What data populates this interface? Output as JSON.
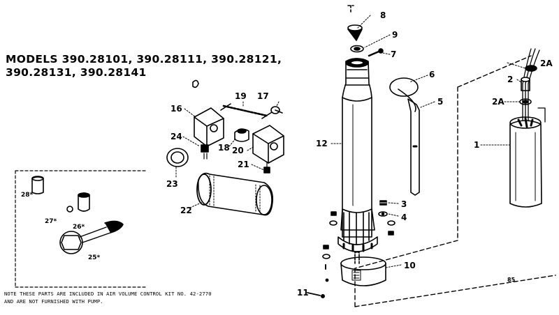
{
  "header": {
    "models_line1": "MODELS 390.28101, 390.28111, 390.28121,",
    "models_line2": "390.28131, 390.28141"
  },
  "callouts": {
    "c8": "8",
    "c9": "9",
    "c7": "7",
    "c6": "6",
    "c5": "5",
    "c12": "12",
    "c3": "3",
    "c4": "4",
    "c10": "10",
    "c11": "11",
    "c1": "1",
    "c2a_top": "2A",
    "c2": "2",
    "c2a_bot": "2A",
    "c16": "16",
    "c19": "19",
    "c17": "17",
    "c24": "24",
    "c18": "18",
    "c20": "20",
    "c21": "21",
    "c23": "23",
    "c22": "22",
    "c28": "28*",
    "c27": "27*",
    "c26": "26*",
    "c25": "25*"
  },
  "note": {
    "line1": "NOTE  THESE PARTS ARE INCLUDED IN AIR VOLUME CONTROL KIT NO. 42-2770",
    "line2": "AND ARE NOT FURNISHED WITH PUMP."
  },
  "diagram_code": "85",
  "colors": {
    "ink": "#000000",
    "paper": "#ffffff"
  }
}
